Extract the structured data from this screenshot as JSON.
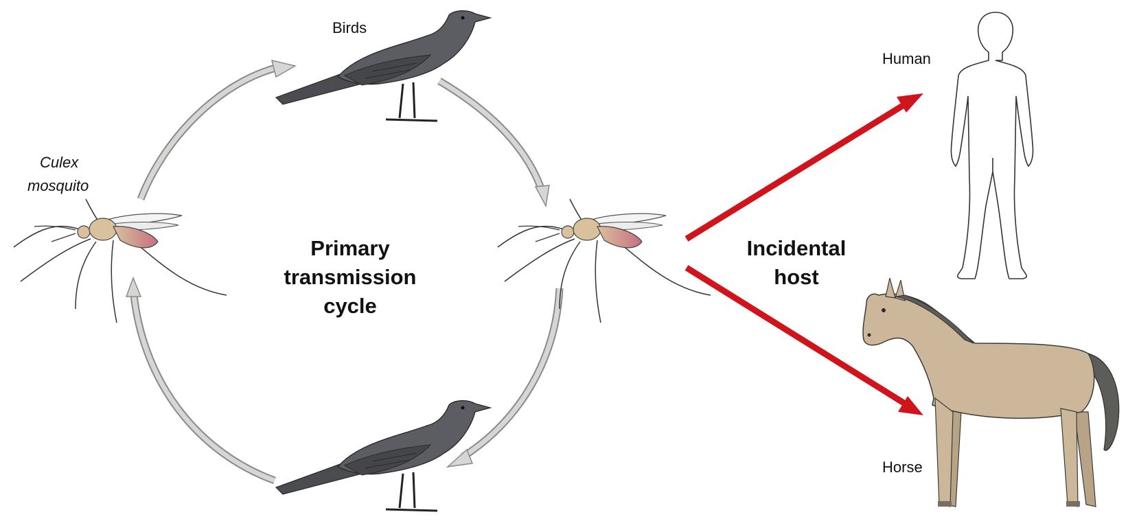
{
  "diagram": {
    "labels": {
      "birds": "Birds",
      "culex_line1": "Culex",
      "culex_line2": "mosquito",
      "primary_line1": "Primary",
      "primary_line2": "transmission",
      "primary_line3": "cycle",
      "incidental_line1": "Incidental",
      "incidental_line2": "host",
      "human": "Human",
      "horse": "Horse"
    },
    "colors": {
      "cycle_arrow": "#d6d6d4",
      "cycle_arrow_outline": "#8a8a8a",
      "incidental_arrow": "#d0141c",
      "bird": "#5b5d62",
      "bird_shade": "#44464a",
      "horse_body": "#cdb79a",
      "horse_mane": "#5c5d58",
      "mosquito_thorax": "#d9c19d",
      "mosquito_abdomen": "#c87b8a"
    }
  }
}
